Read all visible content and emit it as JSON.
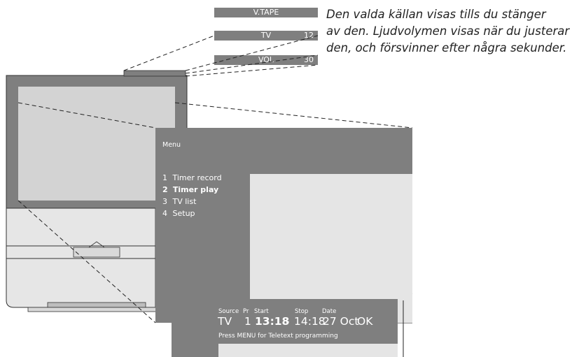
{
  "osd": {
    "source_bar": {
      "name": "V.TAPE",
      "number": ""
    },
    "tv_bar": {
      "name": "TV",
      "number": "12"
    },
    "vol_bar": {
      "name": "VOL",
      "number": "30"
    }
  },
  "caption": {
    "line1": "Den valda källan visas tills du stänger",
    "line2": "av den. Ljudvolymen visas när du justerar",
    "line3": "den, och försvinner efter några sekunder."
  },
  "menu": {
    "title": "Menu",
    "items": [
      {
        "index": "1",
        "label": "Timer record",
        "active": false
      },
      {
        "index": "2",
        "label": "Timer play",
        "active": true
      },
      {
        "index": "3",
        "label": "TV list",
        "active": false
      },
      {
        "index": "4",
        "label": "Setup",
        "active": false
      }
    ]
  },
  "timer": {
    "headers": {
      "source": "Source",
      "pr": "Pr",
      "start": "Start",
      "stop": "Stop",
      "date": "Date"
    },
    "values": {
      "source": "TV",
      "pr": "1",
      "start": "13:18",
      "separator": "-",
      "stop": "14:18",
      "date": "27 Oct",
      "ok": "OK"
    },
    "hint": "Press MENU for Teletext programming"
  },
  "colors": {
    "panel_gray": "#7f7f7f",
    "screen_gray": "#d3d3d3",
    "light_gray": "#e5e5e5",
    "text_white": "#ffffff"
  }
}
